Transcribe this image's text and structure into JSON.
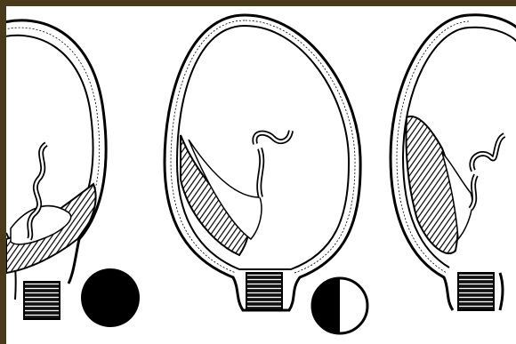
{
  "figure": {
    "panel_count": 3,
    "panels": [
      {
        "name": "left",
        "indicator": "fully-filled-circle"
      },
      {
        "name": "middle",
        "indicator": "half-filled-circle"
      },
      {
        "name": "right",
        "indicator": "none"
      }
    ],
    "colors": {
      "frame": "#4a3a1c",
      "background": "#ffffff",
      "ink": "#000000"
    }
  }
}
